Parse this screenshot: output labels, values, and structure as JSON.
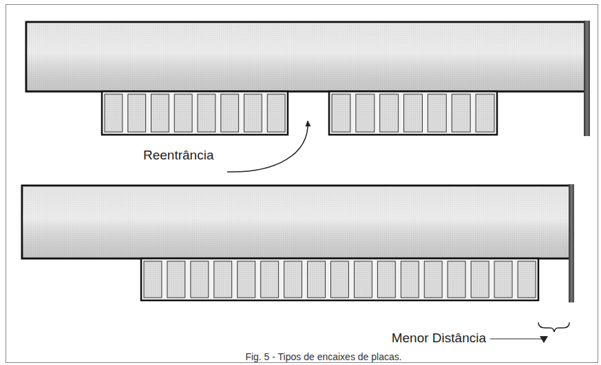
{
  "diagram": {
    "caption": "Fig. 5 - Tipos de encaixes de placas.",
    "labels": [
      "Reentrância",
      "Menor Distância"
    ]
  }
}
